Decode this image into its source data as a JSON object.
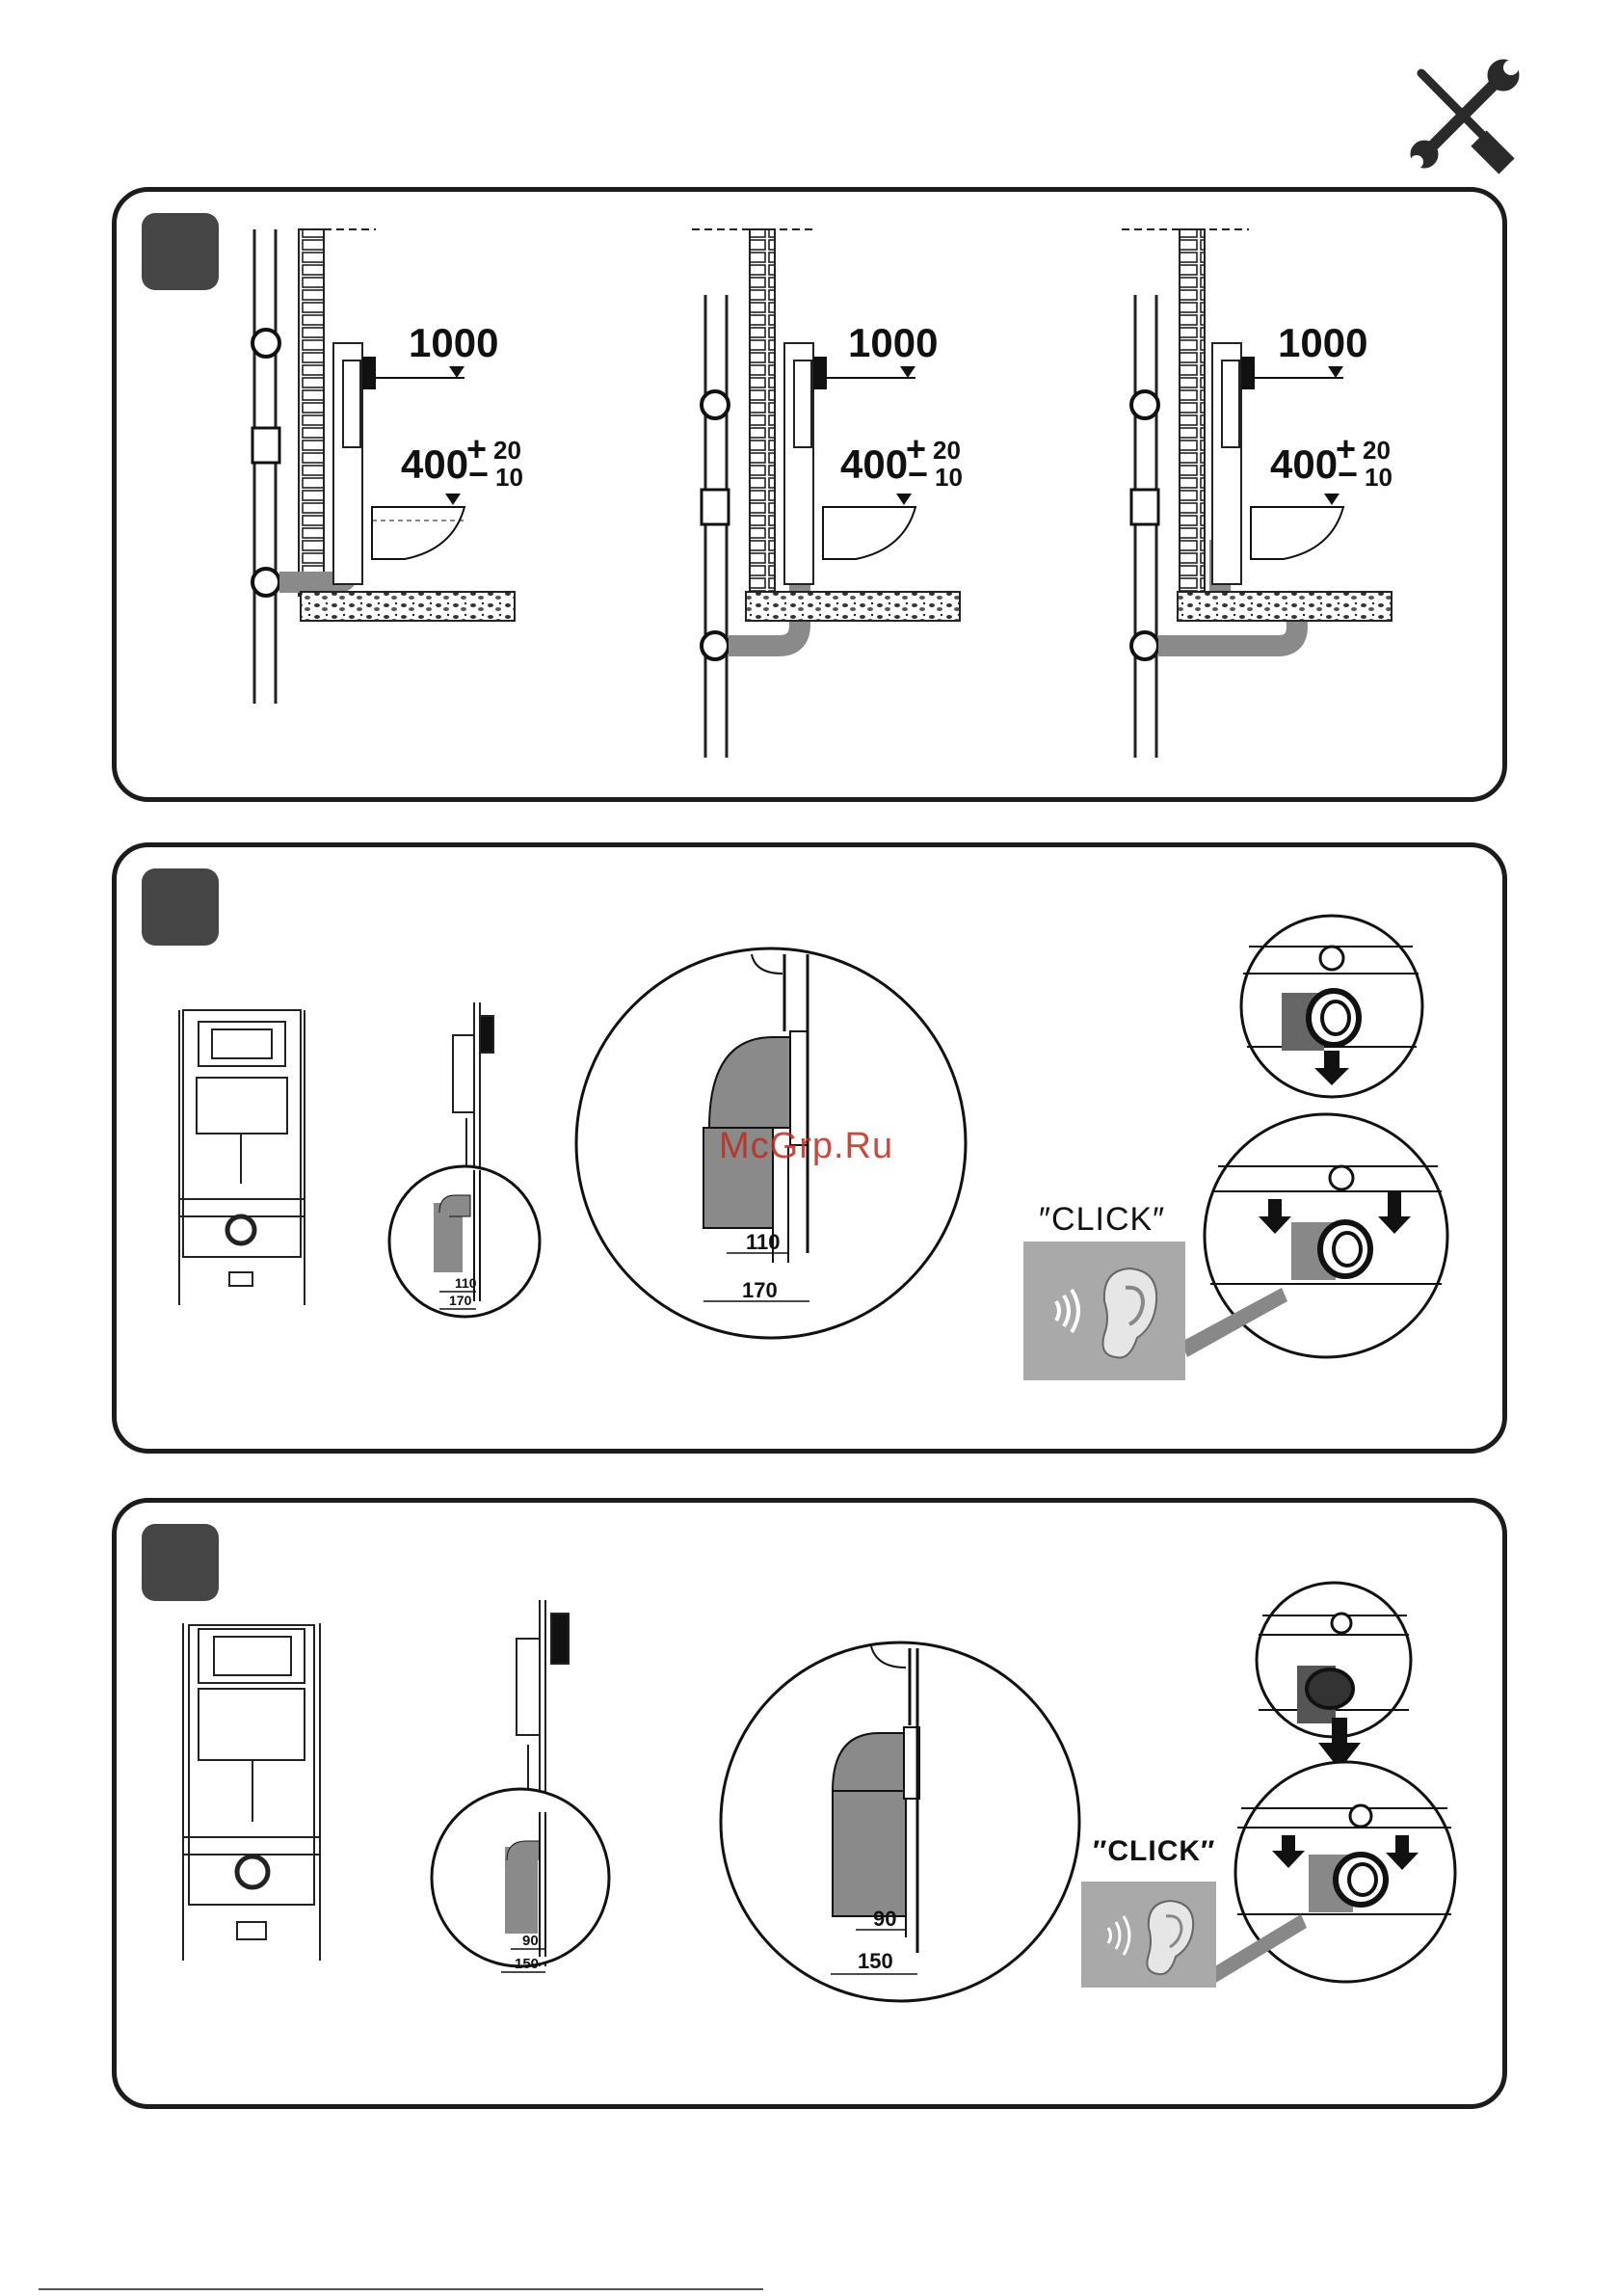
{
  "header": {
    "tools_icon": "wrench-screwdriver-icon"
  },
  "step1": {
    "height_label": "1000",
    "offset_label": "400",
    "tol_plus": "+",
    "tol_plus_val": "20",
    "tol_minus": "−",
    "tol_minus_val": "10"
  },
  "step2": {
    "dim_small_inner": "110",
    "dim_small_outer": "170",
    "dim_large_inner": "110",
    "dim_large_outer": "170",
    "click_text": "″CLICK″",
    "watermark": "McGrp.Ru"
  },
  "step3": {
    "dim_small_inner": "90",
    "dim_small_outer": "150",
    "dim_large_inner": "90",
    "dim_large_outer": "150",
    "click_text": "″CLICK″"
  },
  "colors": {
    "frame": "#1c1c1c",
    "badge": "#454545",
    "pipe_gray": "#8a8a8a",
    "ear_bg": "#a9a9a9",
    "watermark": "#c02a1e"
  }
}
